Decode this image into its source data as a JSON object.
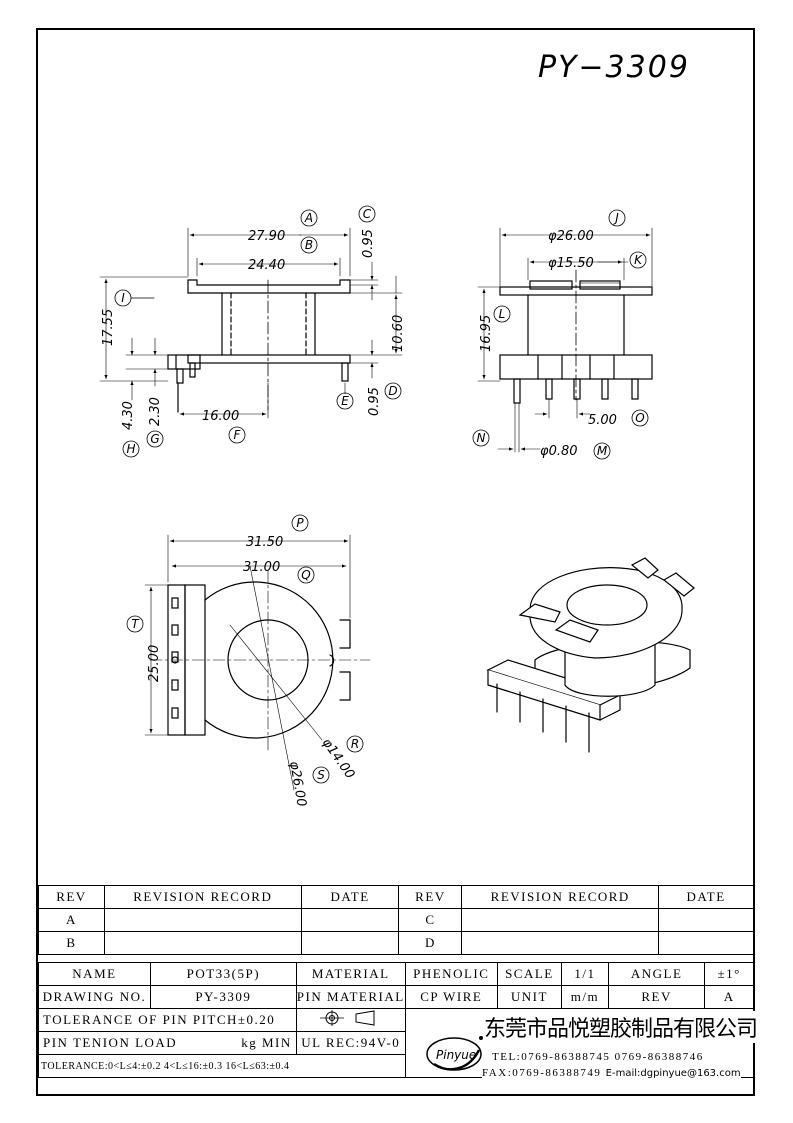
{
  "part_number": "PY−3309",
  "front_view": {
    "dims": {
      "d_2790": "27.90",
      "d_2440": "24.40",
      "d_095_top": "0.95",
      "d_1755": "17.55",
      "d_1060": "10.60",
      "d_095_bot": "0.95",
      "d_430": "4.30",
      "d_230": "2.30",
      "d_1600": "16.00"
    },
    "labels": {
      "A": "A",
      "B": "B",
      "C": "C",
      "D": "D",
      "E": "E",
      "F": "F",
      "G": "G",
      "H": "H",
      "I": "I"
    }
  },
  "side_view": {
    "dims": {
      "d_2600": "φ26.00",
      "d_1550": "φ15.50",
      "d_1695": "16.95",
      "d_500": "5.00",
      "d_080": "φ0.80"
    },
    "labels": {
      "J": "J",
      "K": "K",
      "L": "L",
      "M": "M",
      "N": "N",
      "O": "O"
    }
  },
  "top_view": {
    "dims": {
      "d_3150": "31.50",
      "d_3100": "31.00",
      "d_2500": "25.00",
      "d_1400": "φ14.00",
      "d_2600": "φ26.00"
    },
    "labels": {
      "P": "P",
      "Q": "Q",
      "R": "R",
      "S": "S",
      "T": "T"
    }
  },
  "revision_table": {
    "header": {
      "rev": "REV",
      "record": "REVISION RECORD",
      "date": "DATE",
      "rev2": "REV",
      "record2": "REVISION RECORD",
      "date2": "DATE"
    },
    "rows": [
      {
        "left": "A",
        "right": "C"
      },
      {
        "left": "B",
        "right": "D"
      }
    ]
  },
  "info": {
    "name_label": "NAME",
    "name_value": "POT33(5P)",
    "material_label": "MATERIAL",
    "material_value": "PHENOLIC",
    "scale_label": "SCALE",
    "scale_value": "1/1",
    "angle_label": "ANGLE",
    "angle_value": "±1°",
    "drawing_no_label": "DRAWING NO.",
    "drawing_no_value": "PY-3309",
    "pin_material_label": "PIN MATERIAL",
    "pin_material_value": "CP WIRE",
    "unit_label": "UNIT",
    "unit_value": "m/m",
    "rev_label": "REV",
    "rev_value": "A",
    "pin_pitch_tolerance": "TOLERANCE OF PIN PITCH±0.20",
    "pin_tension_label": "PIN TENION LOAD",
    "pin_tension_unit": "kg MIN",
    "ul_rec": "UL REC:94V-0",
    "tolerance_line": "TOLERANCE:0<L≤4:±0.2  4<L≤16:±0.3  16<L≤63:±0.4"
  },
  "company": {
    "name": "东莞市品悦塑胶制品有限公司",
    "logo_text": "Pinyue",
    "tel": "TEL:0769-86388745   0769-86388746",
    "fax": "FAX:0769-86388749",
    "email": "E-mail:dgpinyue@163.com"
  }
}
